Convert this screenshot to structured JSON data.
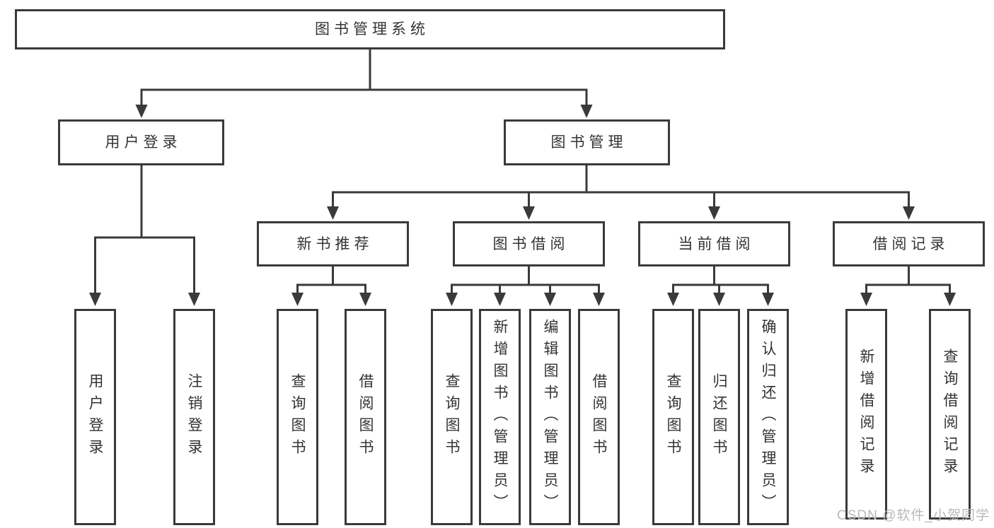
{
  "title": "图书管理系统",
  "watermark": "CSDN @软件_小贺同学",
  "colors": {
    "line": "#3a3a3a",
    "text": "#333333",
    "background": "#ffffff",
    "watermark": "#b9b9b9"
  },
  "tree": {
    "root": {
      "label": "图书管理系统"
    },
    "branches": [
      {
        "label": "用户登录",
        "children": [
          "用户登录",
          "注销登录"
        ]
      },
      {
        "label": "图书管理",
        "children_groups": [
          {
            "label": "新书推荐",
            "children": [
              "查询图书",
              "借阅图书"
            ]
          },
          {
            "label": "图书借阅",
            "children": [
              "查询图书",
              "新增图书（管理员）",
              "编辑图书（管理员）",
              "借阅图书"
            ]
          },
          {
            "label": "当前借阅",
            "children": [
              "查询图书",
              "归还图书",
              "确认归还（管理员）"
            ]
          },
          {
            "label": "借阅记录",
            "children": [
              "新增借阅记录",
              "查询借阅记录"
            ]
          }
        ]
      }
    ]
  }
}
